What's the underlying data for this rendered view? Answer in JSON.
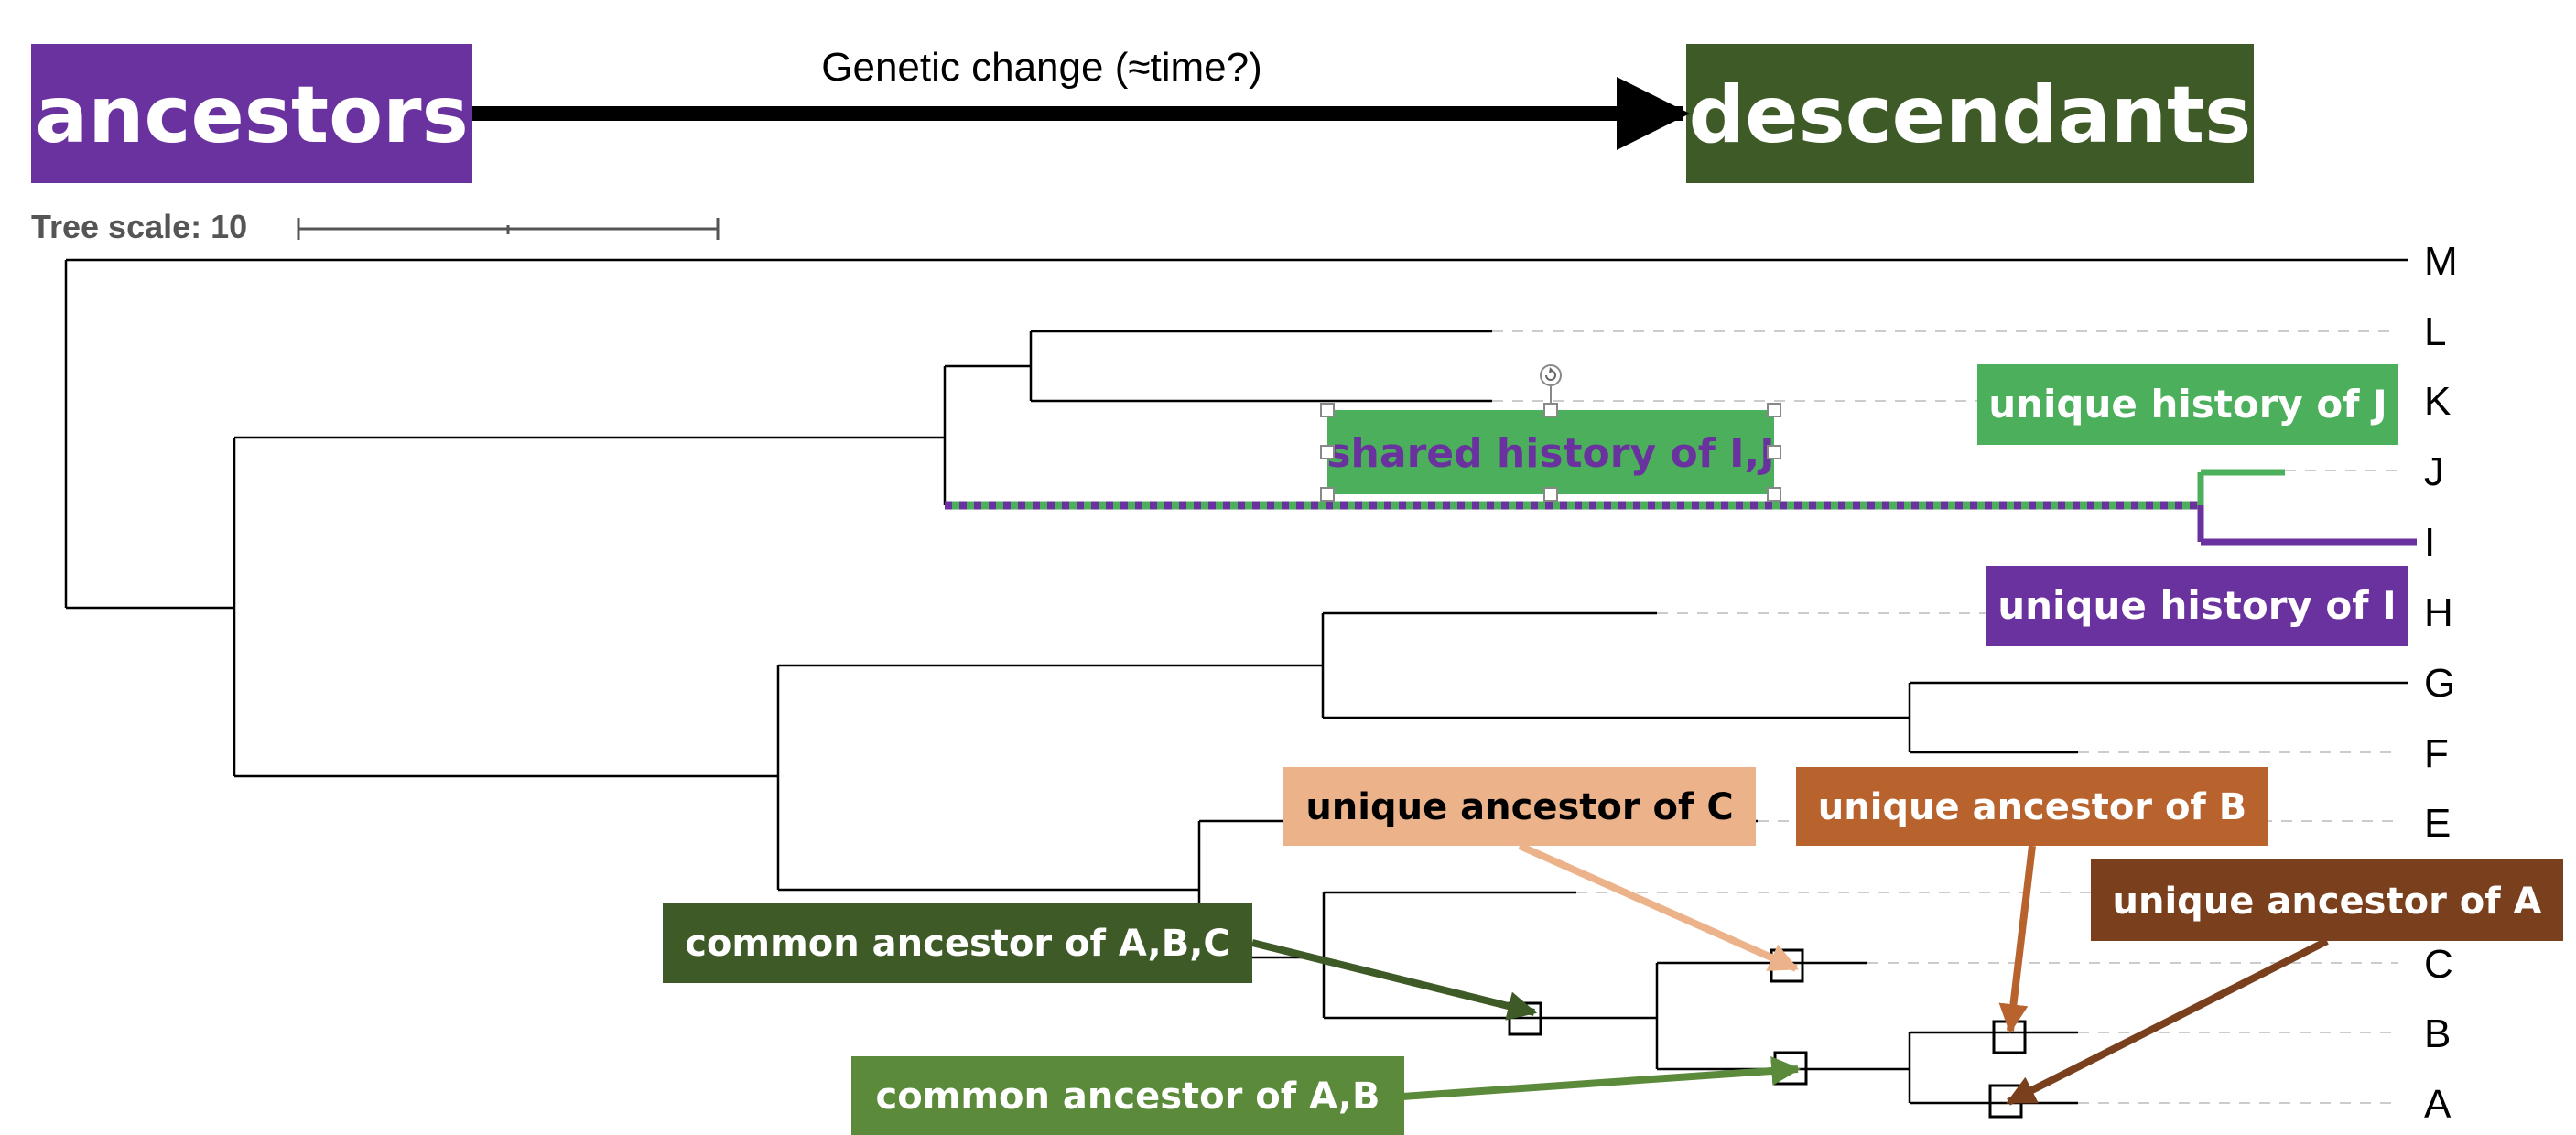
{
  "header": {
    "ancestors_label": "ancestors",
    "descendants_label": "descendants",
    "arrow_label": "Genetic change (≈time?)",
    "ancestors_color": "#6a329f",
    "descendants_color": "#3e5a27"
  },
  "tree_scale": {
    "label": "Tree scale: 10"
  },
  "leaves": [
    "M",
    "L",
    "K",
    "J",
    "I",
    "H",
    "G",
    "F",
    "E",
    "C",
    "B",
    "A"
  ],
  "annotations": {
    "shared_history": "shared history of I,J",
    "unique_history_j": "unique history of J",
    "unique_history_i": "unique history of I",
    "unique_ancestor_c": "unique ancestor of C",
    "unique_ancestor_b": "unique ancestor of B",
    "unique_ancestor_a": "unique ancestor of A",
    "common_ancestor_abc": "common ancestor of A,B,C",
    "common_ancestor_ab": "common ancestor of A,B"
  },
  "colors": {
    "purple": "#6a329f",
    "green": "#4caf5c",
    "dark_green": "#3e5a27",
    "olive_green": "#5a8a3a",
    "peach": "#ecb38b",
    "orange": "#b8622e",
    "brown": "#7a3f1c"
  }
}
